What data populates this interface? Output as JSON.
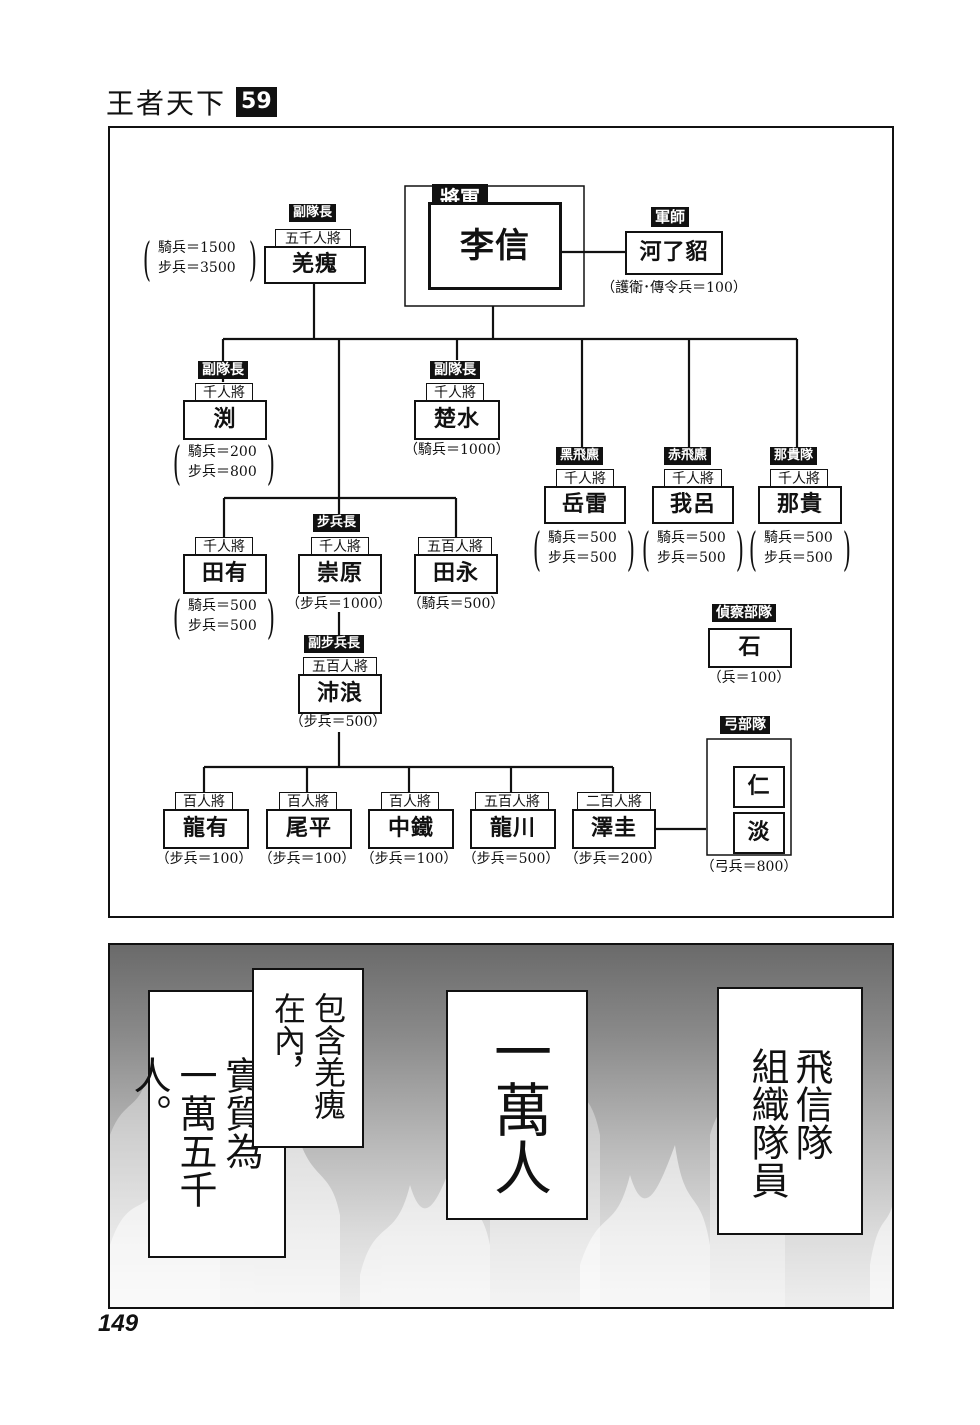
{
  "header": {
    "title": "王者天下",
    "volume": "59"
  },
  "general": {
    "tag": "將軍",
    "name": "李信"
  },
  "strategist": {
    "tag": "軍師",
    "name": "河了貂",
    "troops": "（護衛･傳令兵＝100）"
  },
  "qiang": {
    "tag": "副隊長",
    "rank": "五千人將",
    "name": "羌瘣",
    "troops1": "騎兵＝1500",
    "troops2": "步兵＝3500"
  },
  "yuan": {
    "tag": "副隊長",
    "rank": "千人將",
    "name": "渕",
    "troops1": "騎兵＝200",
    "troops2": "步兵＝800"
  },
  "chushui": {
    "tag": "副隊長",
    "rank": "千人將",
    "name": "楚水",
    "troops": "（騎兵＝1000）"
  },
  "yuelei": {
    "tag": "黑飛麃",
    "rank": "千人將",
    "name": "岳雷",
    "troops1": "騎兵＝500",
    "troops2": "步兵＝500"
  },
  "wolu": {
    "tag": "赤飛麃",
    "rank": "千人將",
    "name": "我呂",
    "troops1": "騎兵＝500",
    "troops2": "步兵＝500"
  },
  "nagui": {
    "tag": "那貴隊",
    "rank": "千人將",
    "name": "那貴",
    "troops1": "騎兵＝500",
    "troops2": "步兵＝500"
  },
  "tianyou": {
    "rank": "千人將",
    "name": "田有",
    "troops1": "騎兵＝500",
    "troops2": "步兵＝500"
  },
  "chongyuan": {
    "tag": "步兵長",
    "rank": "千人將",
    "name": "崇原",
    "troops": "（步兵＝1000）"
  },
  "tianyong": {
    "rank": "五百人將",
    "name": "田永",
    "troops": "（騎兵＝500）"
  },
  "scout": {
    "tag": "偵察部隊",
    "name": "石",
    "troops": "（兵＝100）"
  },
  "peilang": {
    "tag": "副步兵長",
    "rank": "五百人將",
    "name": "沛浪",
    "troops": "（步兵＝500）"
  },
  "bow": {
    "tag": "弓部隊",
    "name1": "仁",
    "name2": "淡",
    "troops": "（弓兵＝800）"
  },
  "squads": [
    {
      "rank": "百人將",
      "name": "龍有",
      "troops": "（步兵＝100）"
    },
    {
      "rank": "百人將",
      "name": "尾平",
      "troops": "（步兵＝100）"
    },
    {
      "rank": "百人將",
      "name": "中鐵",
      "troops": "（步兵＝100）"
    },
    {
      "rank": "五百人將",
      "name": "龍川",
      "troops": "（步兵＝500）"
    },
    {
      "rank": "二百人將",
      "name": "澤圭",
      "troops": "（步兵＝200）"
    }
  ],
  "panel": {
    "bubble1_col1": "包含羌瘣",
    "bubble1_col2": "在內，",
    "bubble1_col3": "實質為",
    "bubble1_col4": "一萬五千人。",
    "bubble2": "一萬人",
    "bubble3_col1": "飛信隊",
    "bubble3_col2": "組織隊員"
  },
  "page_number": "149"
}
